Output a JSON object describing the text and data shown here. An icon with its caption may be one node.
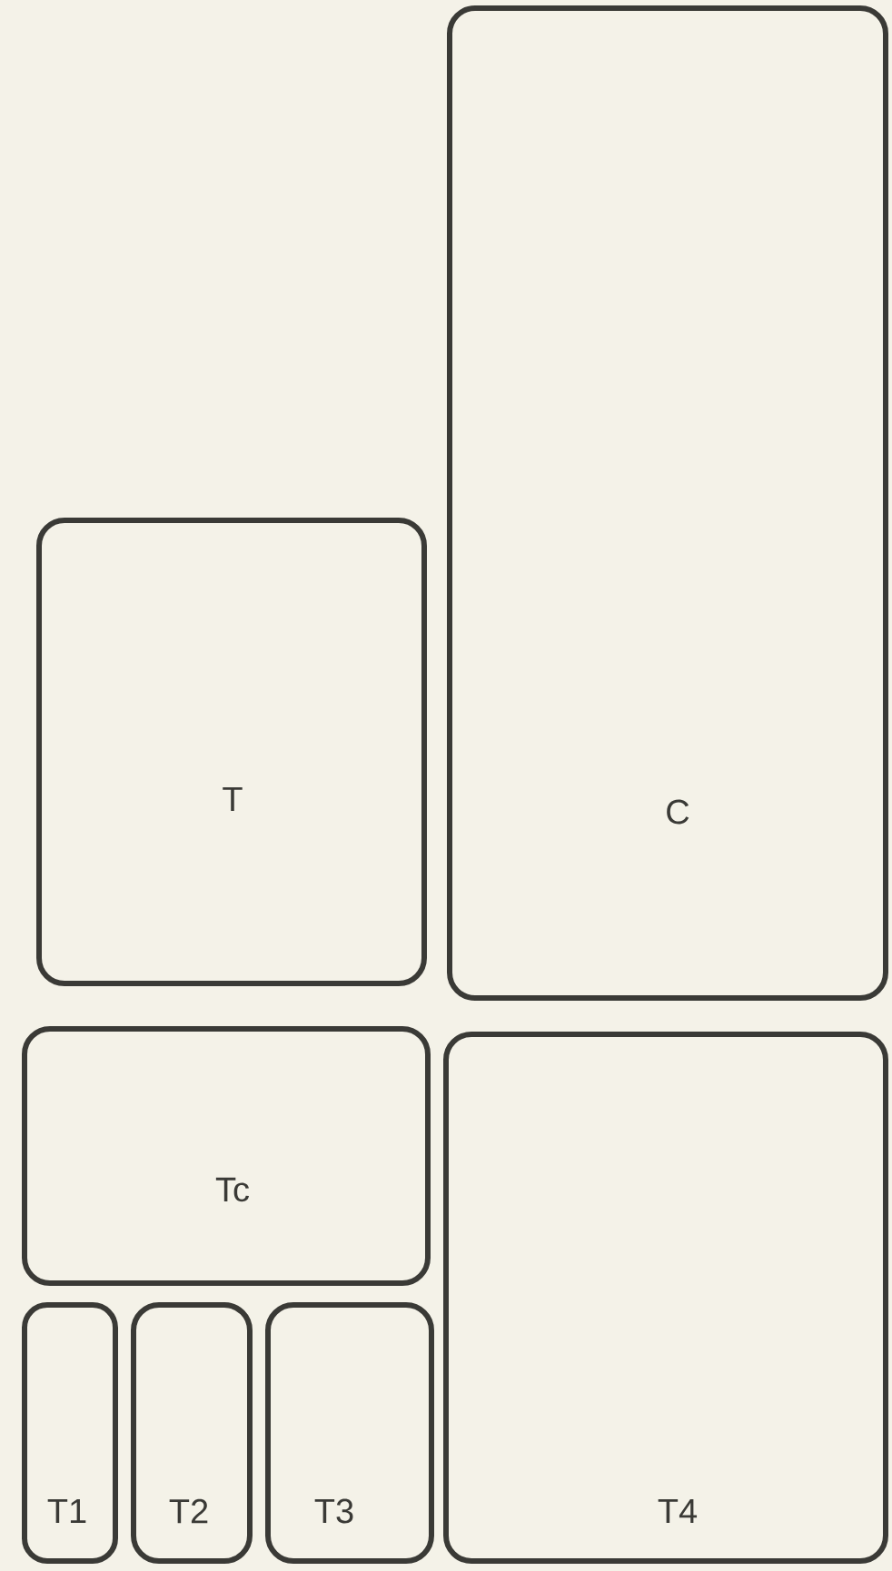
{
  "diagram": {
    "nodes": [
      {
        "text": [
          "C"
        ]
      },
      {
        "text": [
          "T"
        ]
      },
      {
        "text": [
          "Tc"
        ]
      },
      {
        "text": [
          "T1"
        ]
      },
      {
        "text": [
          "T2"
        ]
      },
      {
        "text": [
          "T3"
        ]
      },
      {
        "text": [
          "T4"
        ]
      }
    ]
  }
}
